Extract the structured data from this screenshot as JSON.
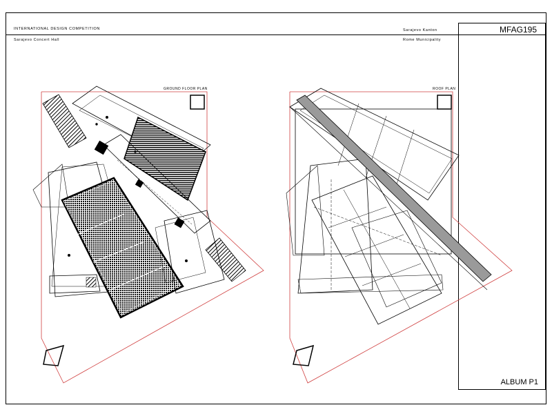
{
  "header": {
    "competition": "INTERNATIONAL DESIGN COMPETITION",
    "project": "Sarajevo Concert Hall",
    "client": "Sarajevo Kanton",
    "authority": "Rome Municipality"
  },
  "title_block": {
    "code": "MFAG195",
    "album": "ALBUM P1"
  },
  "plans": {
    "left_label": "GROUND FLOOR PLAN",
    "right_label": "ROOF PLAN"
  }
}
